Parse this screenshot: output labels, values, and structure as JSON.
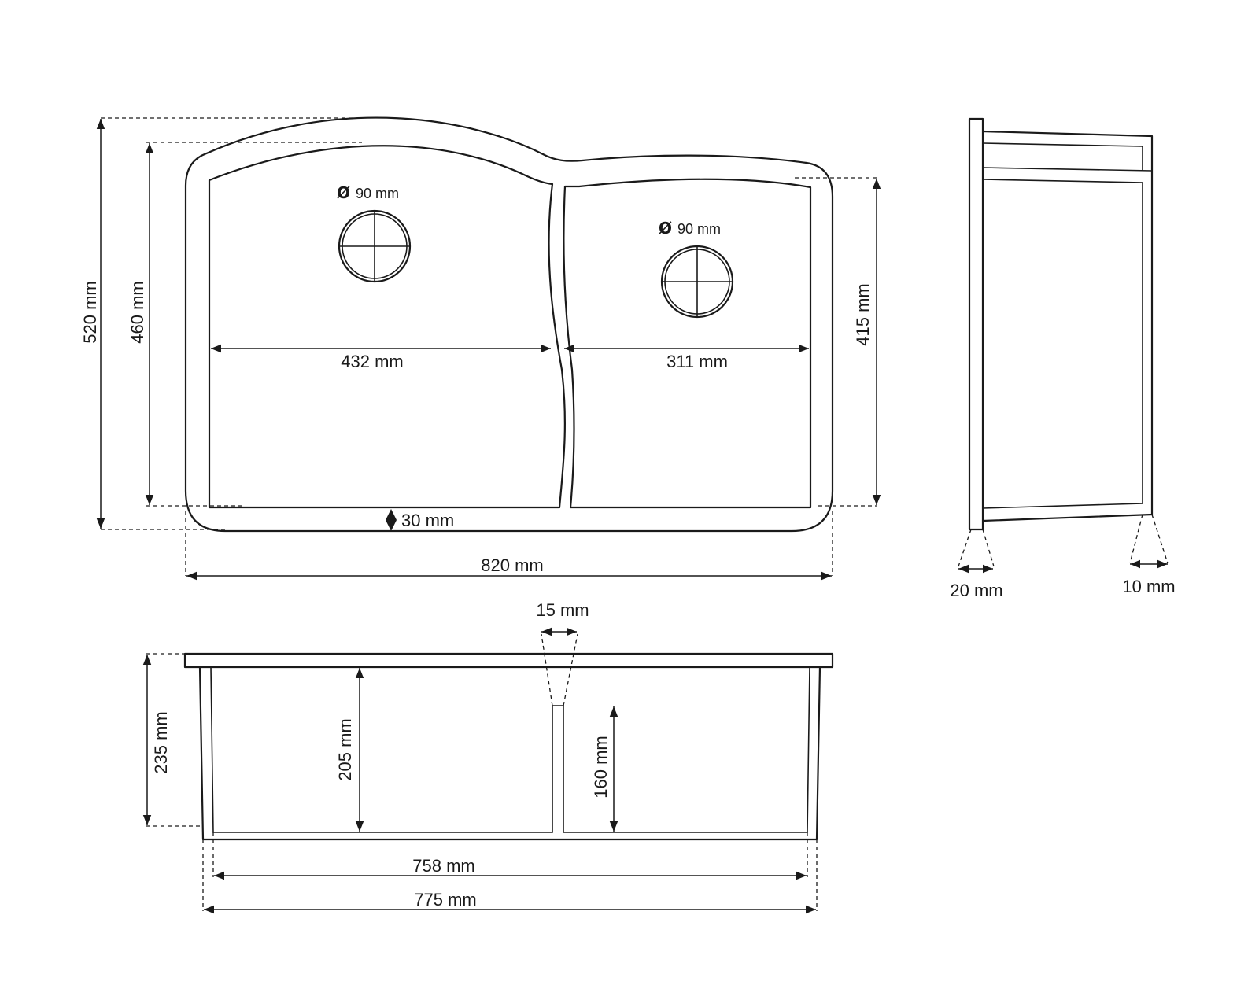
{
  "top_view": {
    "height_total": "520 mm",
    "height_inner": "460 mm",
    "height_right": "415 mm",
    "width_left_bowl": "432 mm",
    "width_right_bowl": "311 mm",
    "rim_thickness": "30 mm",
    "width_total": "820 mm",
    "drain_left": {
      "symbol": "Ø",
      "label": "90 mm"
    },
    "drain_right": {
      "symbol": "Ø",
      "label": "90 mm"
    }
  },
  "side_view": {
    "flange_thickness": "20 mm",
    "wall_thickness": "10 mm"
  },
  "front_view": {
    "divider_width": "15 mm",
    "total_depth": "235 mm",
    "left_bowl_depth": "205 mm",
    "right_bowl_depth": "160 mm",
    "inner_width": "758 mm",
    "outer_width": "775 mm"
  }
}
